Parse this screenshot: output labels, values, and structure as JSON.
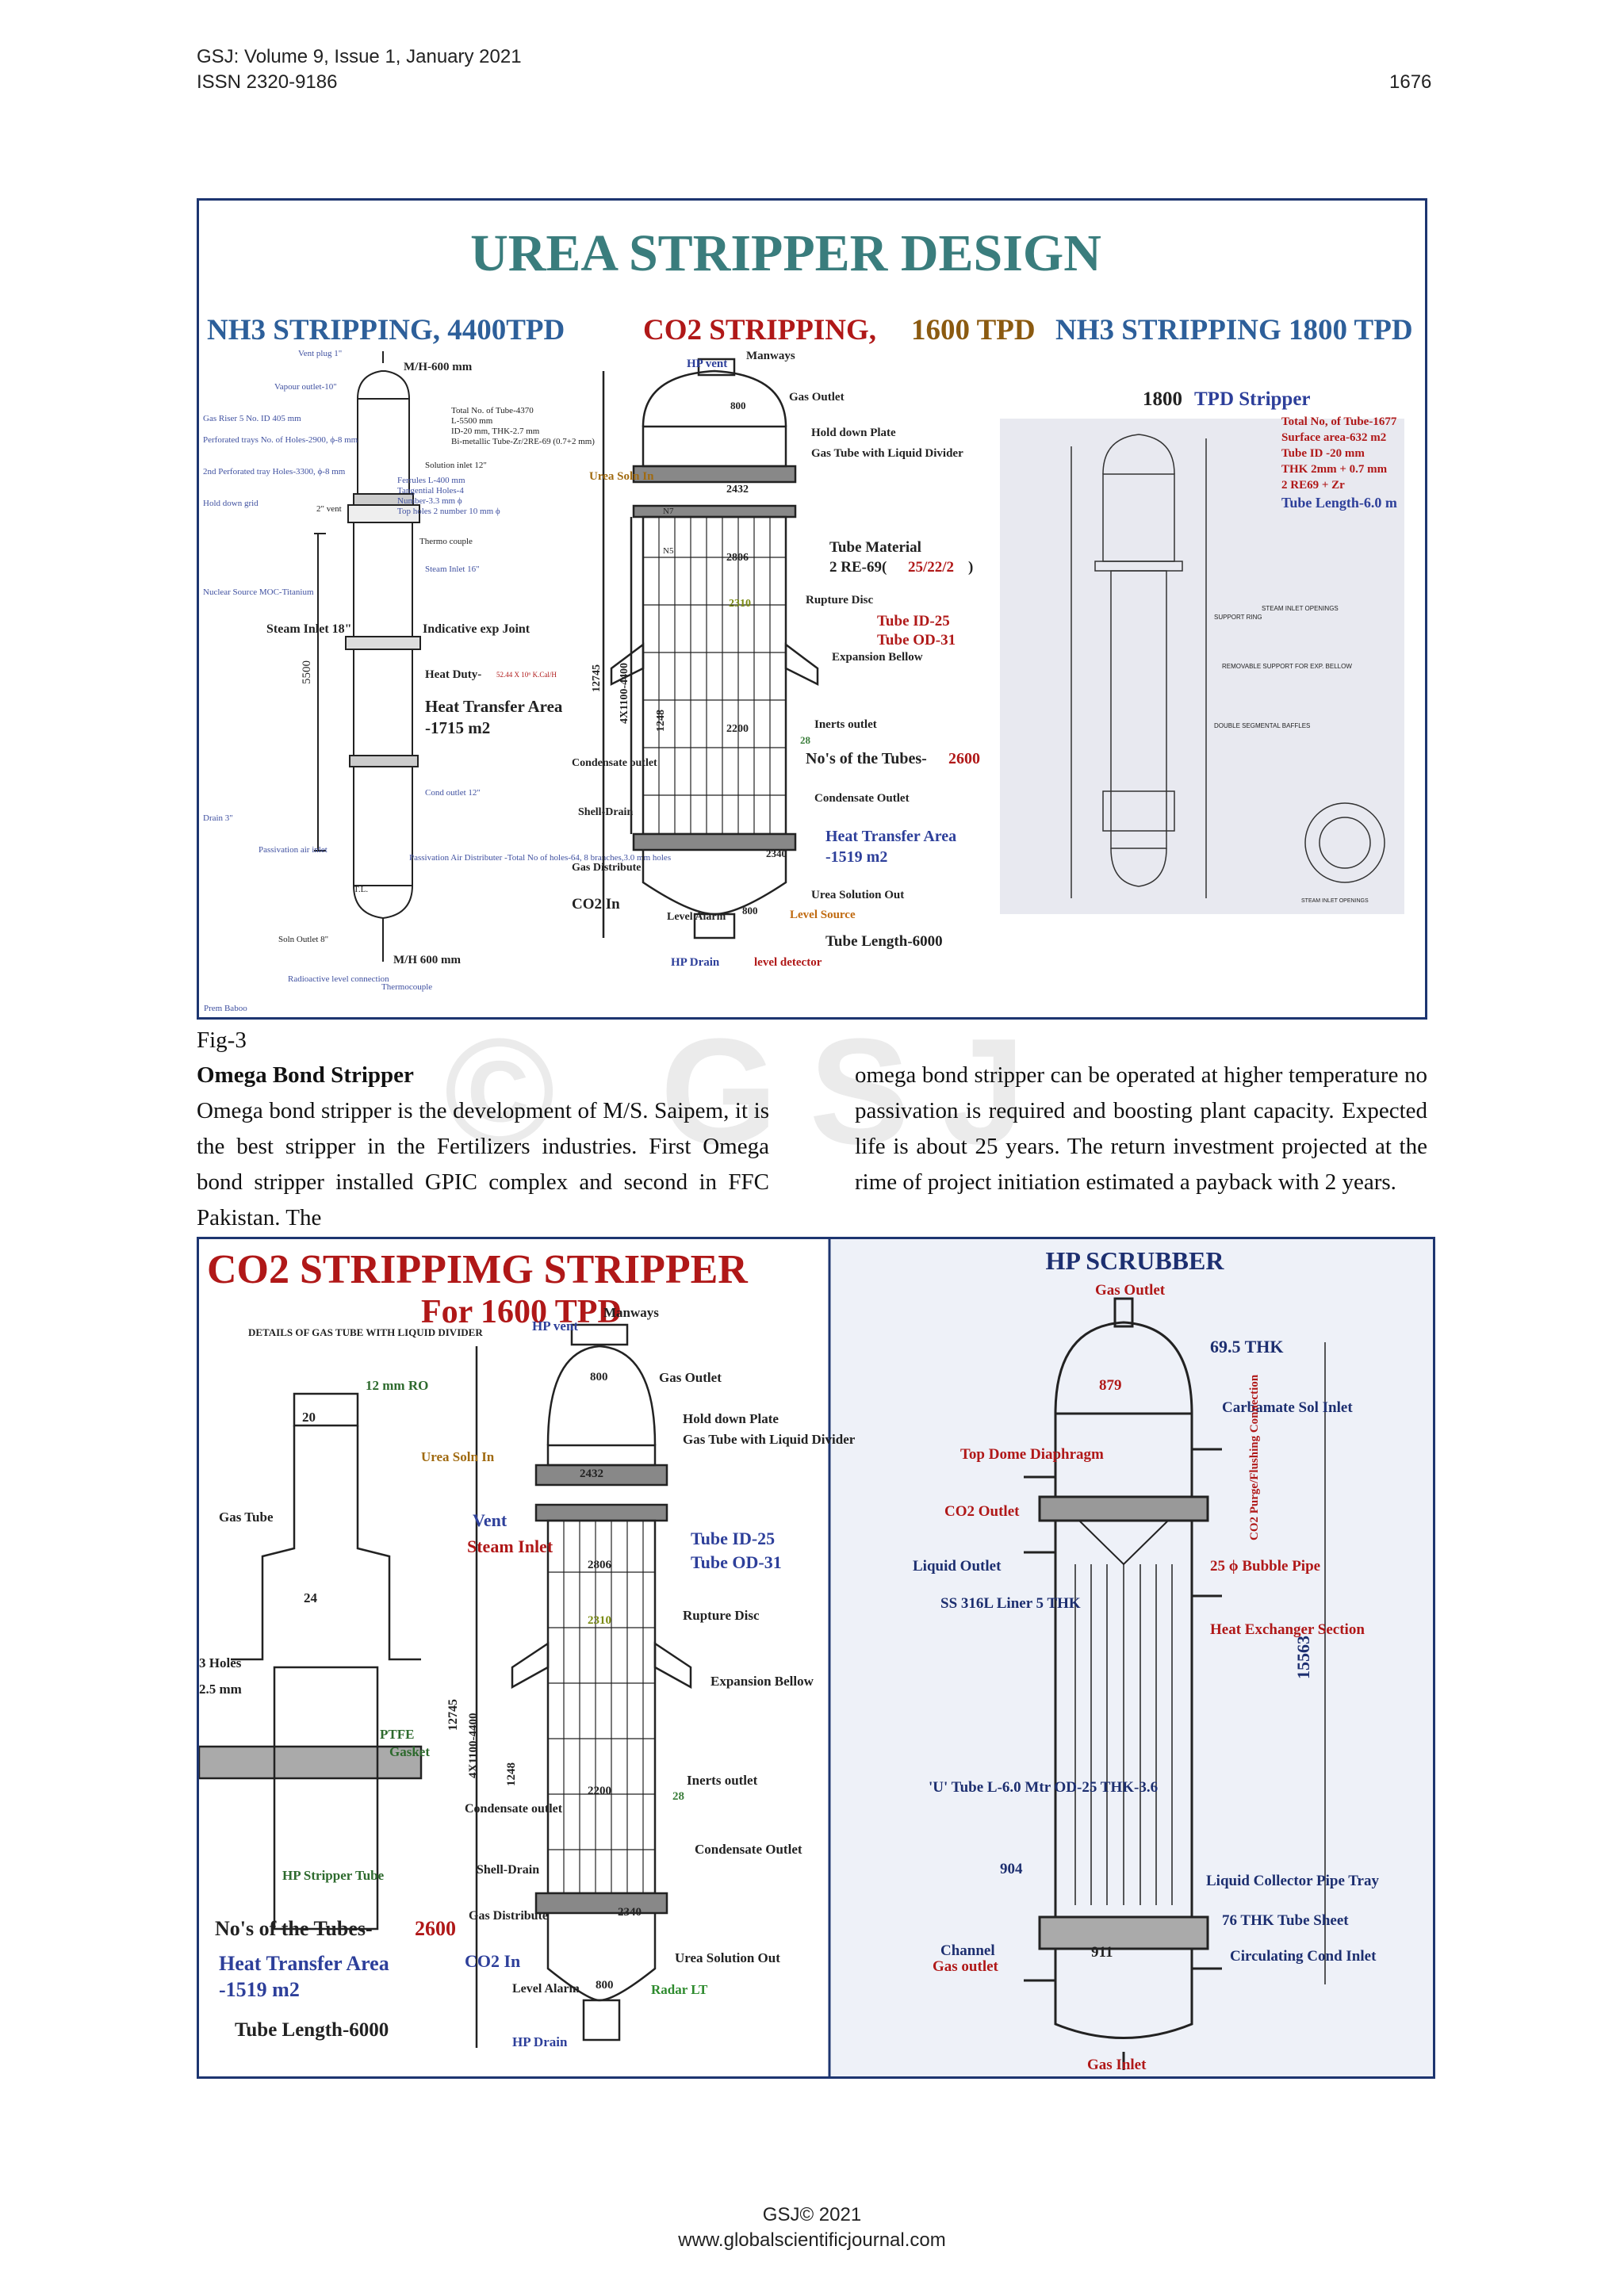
{
  "header": {
    "journal": "GSJ: Volume 9, Issue 1, January 2021",
    "issn": "ISSN 2320-9186",
    "page": "1676"
  },
  "figure1": {
    "title": "UREA STRIPPER DESIGN",
    "sub_left": "NH3 STRIPPING, 4400TPD",
    "sub_mid_a": "CO2 STRIPPING,",
    "sub_mid_b": "1600 TPD",
    "sub_right": "NH3 STRIPPING 1800 TPD",
    "left": {
      "labels": [
        "Vent plug 1\"",
        "M/H-600 mm",
        "Vapour outlet-10\"",
        "Gas Riser 5 No. ID 405 mm",
        "Perforated trays No. of Holes-2900, ϕ-8 mm",
        "2nd Perforated tray Holes-3300, ϕ-8 mm",
        "Hold down grid",
        "2\" vent",
        "Total No. of Tube-4370",
        "L-5500 mm",
        "ID-20 mm, THK-2.7 mm",
        "Bi-metallic Tube-Zr/2RE-69 (0.7+2 mm)",
        "Solution inlet 12\"",
        "Ferrules L-400 mm",
        "Tangential Holes-4",
        "Number-3.3 mm ϕ",
        "Top holes 2 number 10 mm ϕ",
        "Thermo couple",
        "Steam Inlet 16\"",
        "Nuclear Source MOC-Titanium",
        "Steam Inlet 18\"",
        "Indicative exp Joint",
        "Heat Duty-",
        "52.44 X 10⁶ K.Cal/H",
        "Heat Transfer Area",
        "-1715 m2",
        "5500",
        "Cond outlet 12\"",
        "Drain 3\"",
        "Passivation air inlet",
        "Passivation Air Distributer -Total No of holes-64, 8 branches,3.0 mm holes",
        "T.L.",
        "Soln Outlet 8\"",
        "M/H 600 mm",
        "Radioactive level connection",
        "Thermocouple",
        "Prem Baboo"
      ]
    },
    "mid": {
      "labels": [
        "HP vent",
        "Manways",
        "800",
        "Gas Outlet",
        "Hold down Plate",
        "Gas Tube with Liquid Divider",
        "Urea Soln In",
        "2432",
        "2806",
        "Tube Material",
        "2 RE-69(",
        "25/22/2",
        ")",
        "2310",
        "Rupture Disc",
        "Tube ID-25",
        "Tube OD-31",
        "Expansion Bellow",
        "12745",
        "4X1100-4400",
        "1248",
        "2200",
        "Inerts outlet",
        "28",
        "No's of the Tubes-",
        "2600",
        "Condensate outlet",
        "Condensate Outlet",
        "Shell-Drain",
        "Heat Transfer Area",
        "-1519 m2",
        "Gas Distribute",
        "2340",
        "CO2 In",
        "Urea Solution Out",
        "Level Alarm",
        "800",
        "Level Source",
        "Tube Length-6000",
        "HP Drain",
        "level detector",
        "N7",
        "N5"
      ]
    },
    "right": {
      "labels": [
        "1800 ",
        "TPD Stripper",
        "Total No, of Tube-1677",
        "Surface area-632 m2",
        "Tube ID -20 mm",
        "THK 2mm + 0.7 mm",
        "2 RE69 + Zr",
        "Tube Length-6.0 m",
        "STEAM INLET OPENINGS",
        "SUPPORT RING",
        "REMOVABLE SUPPORT FOR EXP. BELLOW",
        "DOUBLE SEGMENTAL BAFFLES",
        "STEAM INLET OPENINGS"
      ]
    }
  },
  "caption": "Fig-3",
  "section_title": "Omega Bond Stripper",
  "body_left": "Omega bond stripper is the development of M/S. Saipem, it is the best stripper in the Fertilizers industries. First Omega bond stripper installed GPIC complex and second in FFC Pakistan. The",
  "body_right": "omega bond stripper can be operated at higher temperature no passivation is required and boosting plant capacity. Expected life is about 25 years. The return investment projected at the rime of project initiation estimated a payback with 2 years.",
  "watermark": "© GSJ",
  "figure2": {
    "left": {
      "title_a": "CO2 STRIPPIMG STRIPPER",
      "title_b": "For 1600 TPD",
      "detail_title": "DETAILS OF GAS TUBE WITH LIQUID DIVIDER",
      "labels": [
        "12 mm RO",
        "20",
        "Gas Tube",
        "24",
        "3 Holes",
        "2.5 mm",
        "PTFE",
        "Gasket",
        "HP Stripper Tube",
        "No's of the Tubes-",
        "2600",
        "Heat Transfer Area",
        "-1519 m2",
        "Tube Length-6000",
        "HP vent",
        "Manways",
        "800",
        "Gas Outlet",
        "Hold down Plate",
        "Gas Tube with Liquid Divider",
        "Urea Soln In",
        "2432",
        "Vent",
        "Steam Inlet",
        "Tube ID-25",
        "Tube OD-31",
        "2806",
        "2310",
        "Rupture Disc",
        "Expansion Bellow",
        "12745",
        "4X1100-4400",
        "1248",
        "2200",
        "Inerts outlet",
        "28",
        "Condensate outlet",
        "Condensate Outlet",
        "Shell-Drain",
        "2340",
        "Gas Distribute",
        "CO2 In",
        "Urea Solution Out",
        "Level Alarm",
        "800",
        "Radar LT",
        "HP Drain"
      ]
    },
    "right": {
      "title": "HP SCRUBBER",
      "labels": [
        "Gas Outlet",
        "69.5 THK",
        "879",
        "Carbamate Sol Inlet",
        "Top Dome Diaphragm",
        "CO2 Outlet",
        "CO2 Purge/Flushing Connection",
        "Liquid Outlet",
        "25 ϕ Bubble Pipe",
        "SS 316L Liner 5 THK",
        "Heat Exchanger Section",
        "15563",
        "'U' Tube L-6.0 Mtr OD-25 THK-3.6",
        "904",
        "Liquid Collector Pipe Tray",
        "76 THK Tube Sheet",
        "Channel",
        "911",
        "Gas outlet",
        "Circulating Cond Inlet",
        "Gas Inlet"
      ]
    }
  },
  "footer": {
    "copyright": "GSJ© 2021",
    "url": "www.globalscientificjournal.com"
  }
}
